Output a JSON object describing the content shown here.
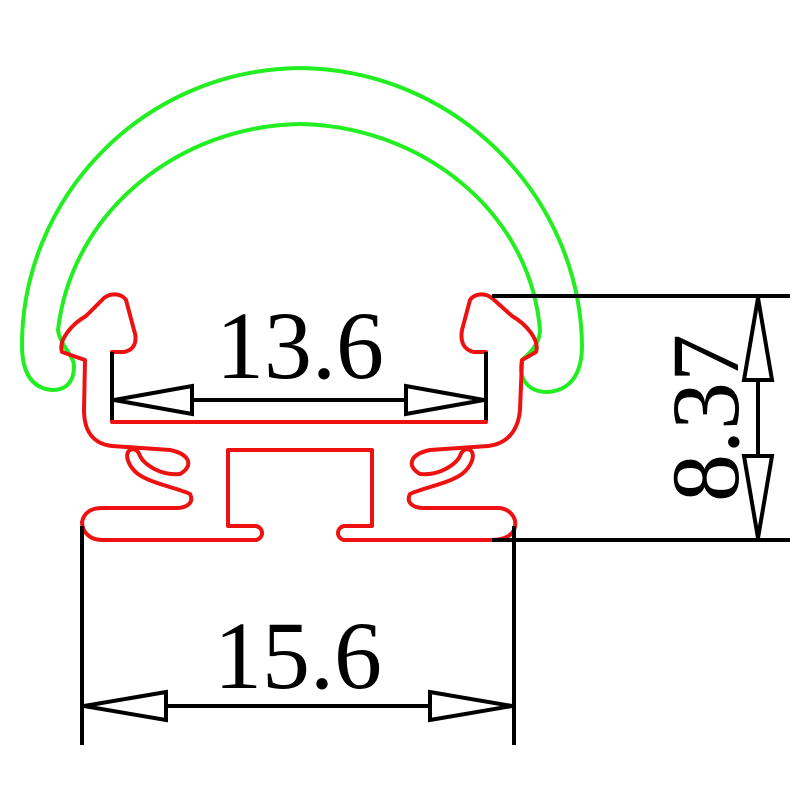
{
  "diagram": {
    "dimensions": {
      "inner_width": "13.6",
      "outer_width": "15.6",
      "height": "8.37"
    },
    "colors": {
      "diffuser": "#22ee22",
      "profile": "#ee1111",
      "dimension": "#000000",
      "background": "#ffffff"
    }
  }
}
